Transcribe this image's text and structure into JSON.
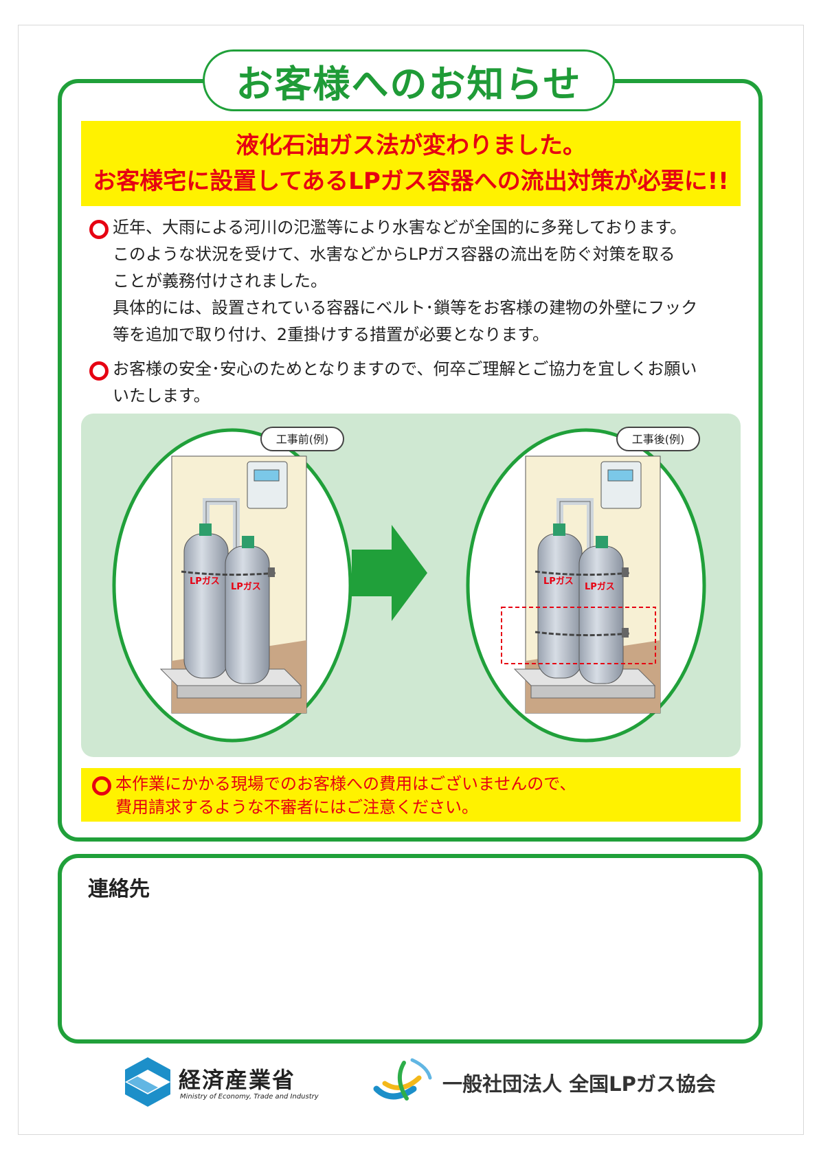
{
  "title": "お客様へのお知らせ",
  "banner": {
    "line1": "液化石油ガス法が変わりました。",
    "line2": "お客様宅に設置してあるLPガス容器への流出対策が必要に!!"
  },
  "notice": {
    "para1": "近年、大雨による河川の氾濫等により水害などが全国的に多発しております。\nこのような状況を受けて、水害などからLPガス容器の流出を防ぐ対策を取る\nことが義務付けされました。\n具体的には、設置されている容器にベルト･鎖等をお客様の建物の外壁にフック\n等を追加で取り付け、2重掛けする措置が必要となります。",
    "para2": "お客様の安全･安心のためとなりますので、何卒ご理解とご協力を宜しくお願い\nいたします。"
  },
  "illustration": {
    "before_label": "工事前(例)",
    "after_label": "工事後(例)",
    "cylinder_label": "LPガス"
  },
  "note": "本作業にかかる現場でのお客様への費用はございませんので、\n費用請求するような不審者にはご注意ください。",
  "contact": {
    "label": "連絡先"
  },
  "footer": {
    "meti_name": "経済産業省",
    "meti_en": "Ministry of Economy, Trade and Industry",
    "lpg_name": "一般社団法人 全国LPガス協会"
  },
  "colors": {
    "green": "#20a03a",
    "red": "#e60012",
    "yellow": "#fff200",
    "panel": "#cfe8d2"
  }
}
